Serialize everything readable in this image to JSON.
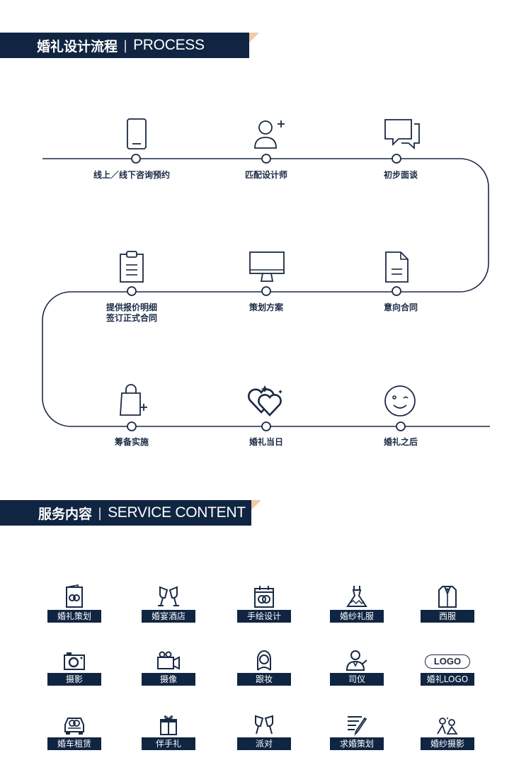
{
  "process": {
    "title_zh": "婚礼设计流程",
    "separator": "|",
    "title_en": "PROCESS",
    "steps": [
      {
        "label": "线上／线下咨询预约",
        "icon": "phone-icon"
      },
      {
        "label": "匹配设计师",
        "icon": "add-user-icon"
      },
      {
        "label": "初步面谈",
        "icon": "chat-bubbles-icon"
      },
      {
        "label": "意向合同",
        "icon": "document-icon"
      },
      {
        "label": "策划方案",
        "icon": "monitor-icon"
      },
      {
        "label": "提供报价明细\n签订正式合同",
        "icon": "clipboard-icon"
      },
      {
        "label": "筹备实施",
        "icon": "shopping-bag-icon"
      },
      {
        "label": "婚礼当日",
        "icon": "double-heart-icon"
      },
      {
        "label": "婚礼之后",
        "icon": "smiley-icon"
      }
    ]
  },
  "service": {
    "title_zh": "服务内容",
    "separator": "|",
    "title_en": "SERVICE CONTENT",
    "items": [
      {
        "label": "婚礼策划",
        "icon": "rings-book-icon"
      },
      {
        "label": "婚宴酒店",
        "icon": "toast-glasses-icon"
      },
      {
        "label": "手绘设计",
        "icon": "calendar-rings-icon"
      },
      {
        "label": "婚纱礼服",
        "icon": "wedding-dress-icon"
      },
      {
        "label": "西服",
        "icon": "suit-icon"
      },
      {
        "label": "摄影",
        "icon": "camera-icon"
      },
      {
        "label": "摄像",
        "icon": "video-camera-icon"
      },
      {
        "label": "跟妆",
        "icon": "makeup-woman-icon"
      },
      {
        "label": "司仪",
        "icon": "host-icon"
      },
      {
        "label": "婚礼LOGO",
        "icon": "logo-badge-icon",
        "badge_text": "LOGO"
      },
      {
        "label": "婚车租赁",
        "icon": "wedding-car-icon"
      },
      {
        "label": "伴手礼",
        "icon": "gift-box-icon"
      },
      {
        "label": "派对",
        "icon": "party-glasses-icon"
      },
      {
        "label": "求婚策划",
        "icon": "proposal-note-icon"
      },
      {
        "label": "婚纱摄影",
        "icon": "couple-photo-icon"
      }
    ]
  },
  "colors": {
    "navy": "#102542",
    "accent": "#f2c9a8",
    "line": "#1a2a44"
  }
}
